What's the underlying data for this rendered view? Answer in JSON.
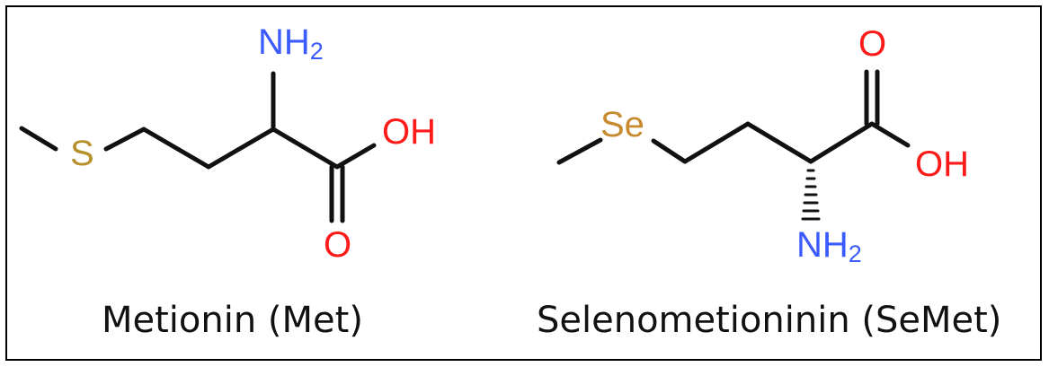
{
  "colors": {
    "sulfur": "#B8902B",
    "selenium": "#C88A2E",
    "nitrogen": "#3B5BFF",
    "oxygen": "#FF1A1A",
    "bond": "#111111"
  },
  "molecules": [
    {
      "name": "Metionin (Met)",
      "atoms": {
        "n": "NH",
        "n_sub": "2",
        "s": "S",
        "oh": "OH",
        "o": "O"
      }
    },
    {
      "name": "Selenometioninin (SeMet)",
      "atoms": {
        "se": "Se",
        "o": "O",
        "oh": "OH",
        "n": "NH",
        "n_sub": "2"
      }
    }
  ]
}
